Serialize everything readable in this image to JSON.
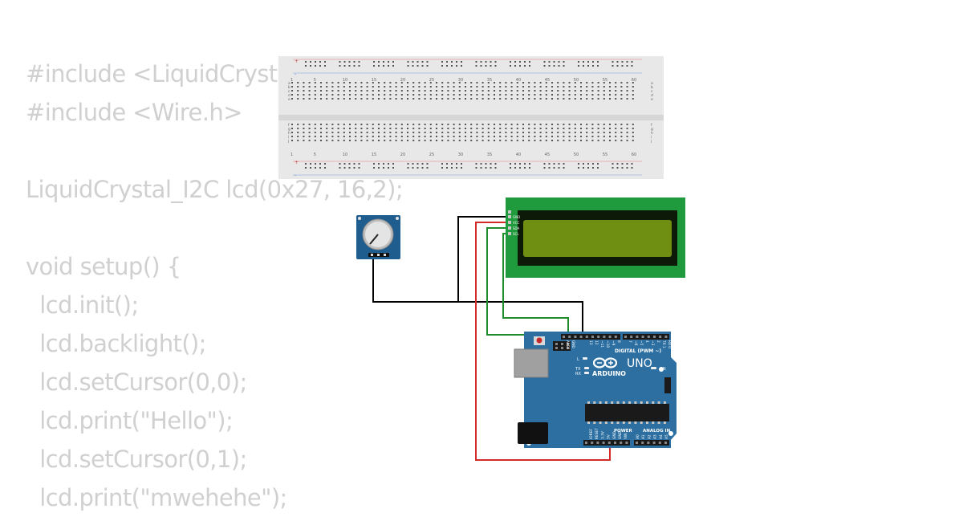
{
  "code_lines": [
    "#include <LiquidCrystal_I2C.h>",
    "#include <Wire.h>",
    "",
    "LiquidCrystal_I2C lcd(0x27, 16,2);",
    "",
    "void setup() {",
    "  lcd.init();",
    "  lcd.backlight();",
    "  lcd.setCursor(0,0);",
    "  lcd.print(\"Hello\");",
    "  lcd.setCursor(0,1);",
    "  lcd.print(\"mwehehe\");"
  ],
  "breadboard": {
    "column_numbers": [
      "1",
      "5",
      "10",
      "15",
      "20",
      "25",
      "30",
      "35",
      "40",
      "45",
      "50",
      "55",
      "60"
    ],
    "row_letters_top": [
      "a",
      "b",
      "c",
      "d",
      "e"
    ],
    "row_letters_bottom": [
      "f",
      "g",
      "h",
      "i",
      "j"
    ],
    "rail_signs": [
      "+",
      "-"
    ]
  },
  "lcd": {
    "pin_labels": [
      "GND",
      "VCC",
      "SDA",
      "SCL"
    ],
    "board_color": "#1f9a3c",
    "screen_color": "#6e8f12"
  },
  "arduino": {
    "logo_text": "ARDUINO",
    "model": "UNO",
    "digital_label": "DIGITAL (PWM ~)",
    "power_label": "POWER",
    "analog_label": "ANALOG IN",
    "on_label": "ON",
    "led_labels": [
      "L",
      "TX",
      "RX"
    ],
    "top_header_labels": [
      "AREF",
      "GND",
      "13",
      "12",
      "~11",
      "~10",
      "~9",
      "8",
      "7",
      "~6",
      "~5",
      "4",
      "~3",
      "2",
      "TX 1",
      "RX 0"
    ],
    "power_header_labels": [
      "IOREF",
      "RESET",
      "3.3V",
      "5V",
      "GND",
      "GND",
      "VIN"
    ],
    "analog_header_labels": [
      "A0",
      "A1",
      "A2",
      "A3",
      "A4",
      "A5"
    ],
    "board_color": "#2c6fa0"
  },
  "wire_colors": {
    "gnd": "#000000",
    "vcc": "#d42a2a",
    "sda": "#1e8c2a",
    "scl": "#1e8c2a"
  }
}
